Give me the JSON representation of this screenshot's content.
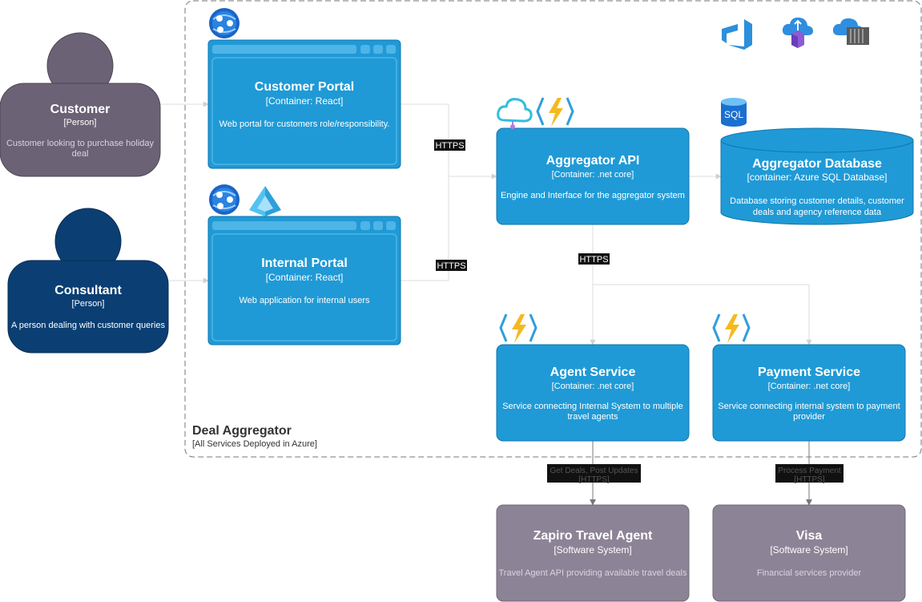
{
  "boundary": {
    "title": "Deal Aggregator",
    "subtitle": "[All Services Deployed in Azure]"
  },
  "people": {
    "customer": {
      "name": "Customer",
      "type": "[Person]",
      "description": "Customer looking to purchase holiday deal",
      "description_lines": [
        "Customer looking to purchase holiday",
        "deal"
      ]
    },
    "consultant": {
      "name": "Consultant",
      "type": "[Person]",
      "description": "A person dealing with customer queries"
    }
  },
  "containers": {
    "customer_portal": {
      "name": "Customer Portal",
      "type": "[Container: React]",
      "description": "Web portal for customers role/responsibility."
    },
    "internal_portal": {
      "name": "Internal Portal",
      "type": "[Container: React]",
      "description": "Web application for internal users"
    },
    "aggregator_api": {
      "name": "Aggregator API",
      "type": "[Container: .net core]",
      "description": "Engine and Interface for the aggregator system"
    },
    "aggregator_db": {
      "name": "Aggregator Database",
      "type": "[container: Azure SQL Database]",
      "description": "Database storing customer details, customer deals and agency reference data",
      "description_lines": [
        "Database storing customer details, customer",
        "deals and agency reference data"
      ]
    },
    "agent_service": {
      "name": "Agent Service",
      "type": "[Container: .net core]",
      "description": "Service connecting Internal System to multiple travel agents",
      "description_lines": [
        "Service connecting Internal System to multiple",
        "travel agents"
      ]
    },
    "payment_service": {
      "name": "Payment Service",
      "type": "[Container: .net core]",
      "description": "Service connecting internal system to payment provider",
      "description_lines": [
        "Service connecting internal system to payment",
        "provider"
      ]
    }
  },
  "external_systems": {
    "zapiro": {
      "name": "Zapiro Travel Agent",
      "type": "[Software System]",
      "description": "Travel Agent API providing available travel deals"
    },
    "visa": {
      "name": "Visa",
      "type": "[Software System]",
      "description": "Financial services provider"
    }
  },
  "connections": {
    "customer_to_api": {
      "label": "HTTPS"
    },
    "internal_to_api": {
      "label": "HTTPS"
    },
    "api_to_services": {
      "label": "HTTPS"
    },
    "agent_to_zapiro": {
      "label": "Get Deals, Post Updates",
      "protocol": "[HTTPS]"
    },
    "payment_to_visa": {
      "label": "Process Payment",
      "protocol": "[HTTPS]"
    }
  },
  "icons": [
    "web-app-icon",
    "azure-ad-icon",
    "logic-app-icon",
    "function-app-icon",
    "sql-database-icon",
    "azure-devops-icon",
    "container-registry-icon",
    "container-instances-icon"
  ],
  "sql_icon_text": "SQL",
  "colors": {
    "container": "#1f9ad6",
    "container_stroke": "#1277ae",
    "customer_person": "#6b6275",
    "consultant_person": "#0b3f73",
    "external_system": "#8c8496",
    "connector": "#9a9a9a",
    "label_bg": "#111111"
  }
}
